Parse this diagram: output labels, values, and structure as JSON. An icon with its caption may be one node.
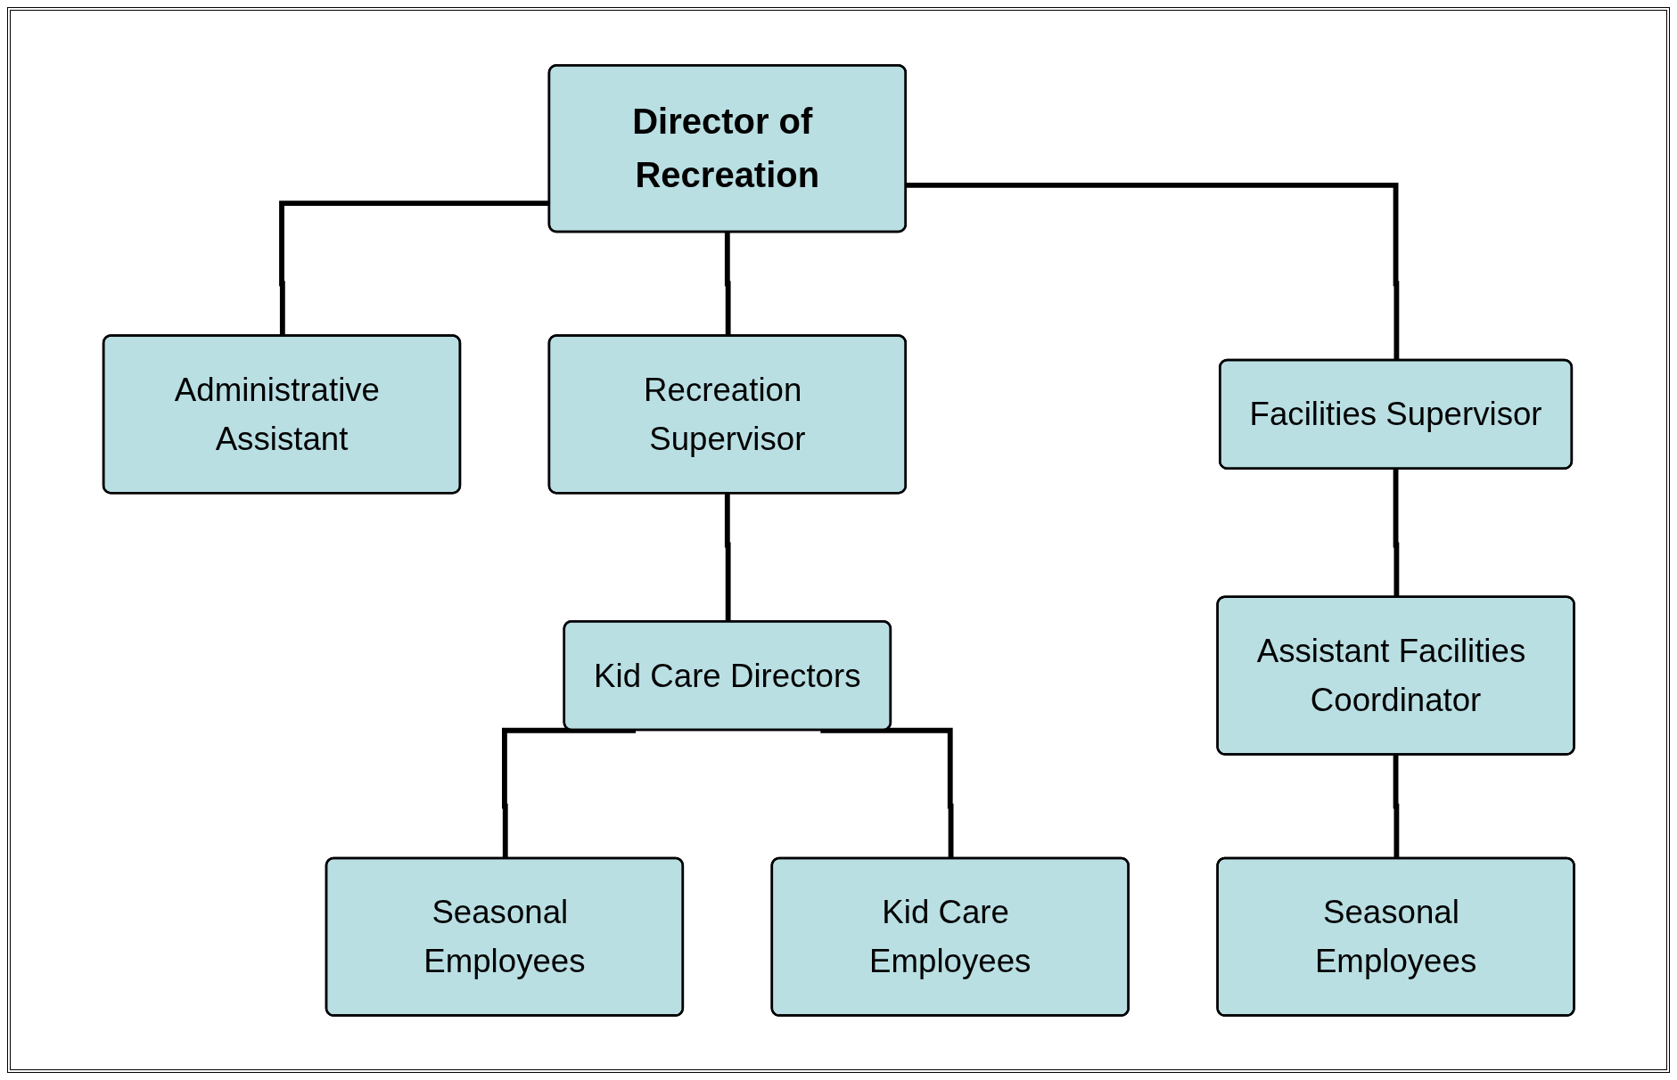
{
  "diagram": {
    "nodes": [
      {
        "text": [
          "Administrative Assistant"
        ]
      },
      {
        "text": [
          "Director of Recreation"
        ]
      },
      {
        "text": [
          "Recreation Supervisor"
        ]
      },
      {
        "text": [
          "Facilities Supervisor"
        ]
      },
      {
        "text": [
          "Kid Care Directors"
        ]
      },
      {
        "text": [
          "Seasonal Employees"
        ]
      },
      {
        "text": [
          "Assistant Facilities Coordinator"
        ]
      },
      {
        "text": [
          "Kid Care Employees"
        ]
      },
      {
        "text": [
          "Seasonal Employees"
        ]
      }
    ],
    "edges": [
      {
        "from": 1,
        "to": 0,
        "arrow": "none"
      },
      {
        "from": 1,
        "to": 2,
        "arrow": "none"
      },
      {
        "from": 1,
        "to": 3,
        "arrow": "none"
      },
      {
        "from": 2,
        "to": 4,
        "arrow": "none"
      },
      {
        "from": 4,
        "to": 5,
        "arrow": "none"
      },
      {
        "from": 4,
        "to": 7,
        "arrow": "none"
      },
      {
        "from": 3,
        "to": 6,
        "arrow": "none"
      },
      {
        "from": 6,
        "to": 8,
        "arrow": "none"
      }
    ]
  }
}
